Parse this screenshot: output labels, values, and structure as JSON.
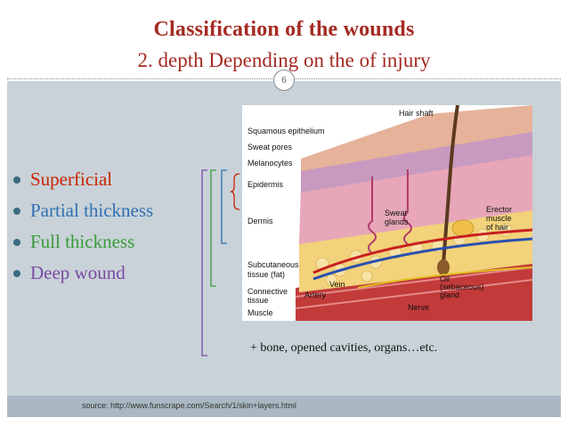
{
  "title": {
    "line1": "Classification of the wounds",
    "line2": "2. depth Depending on the of injury"
  },
  "page_number": "6",
  "bullets": [
    {
      "label": "Superficial",
      "color": "#cc2200"
    },
    {
      "label": "Partial thickness",
      "color": "#2f6fb3"
    },
    {
      "label": "Full thickness",
      "color": "#3a9b3a"
    },
    {
      "label": "Deep wound",
      "color": "#7a4aa6"
    }
  ],
  "bullet_dot_color": "#3b6a80",
  "figure": {
    "labels": {
      "hair_shaft": "Hair shaft",
      "squamous": "Squamous epithelium",
      "sweat_pores": "Sweat pores",
      "melanocytes": "Melanocytes",
      "epidermis": "Epidermis",
      "dermis": "Dermis",
      "subcutaneous": "Subcutaneous",
      "tissue_fat": "tissue (fat)",
      "connective": "Connective",
      "tissue": "tissue",
      "muscle": "Muscle",
      "artery": "Artery",
      "vein": "Vein",
      "nerve": "Nerve",
      "sweat": "Sweat",
      "glands": "glands",
      "erector": "Erector",
      "muscle2": "muscle",
      "of_hair": "of hair",
      "oil": "Oil",
      "sebaceous": "(sebaceous)",
      "gland": "gland"
    }
  },
  "extra_note": "+ bone, opened cavities, organs…etc.",
  "source": "source: http://www.funscrape.com/Search/1/skin+layers.html"
}
